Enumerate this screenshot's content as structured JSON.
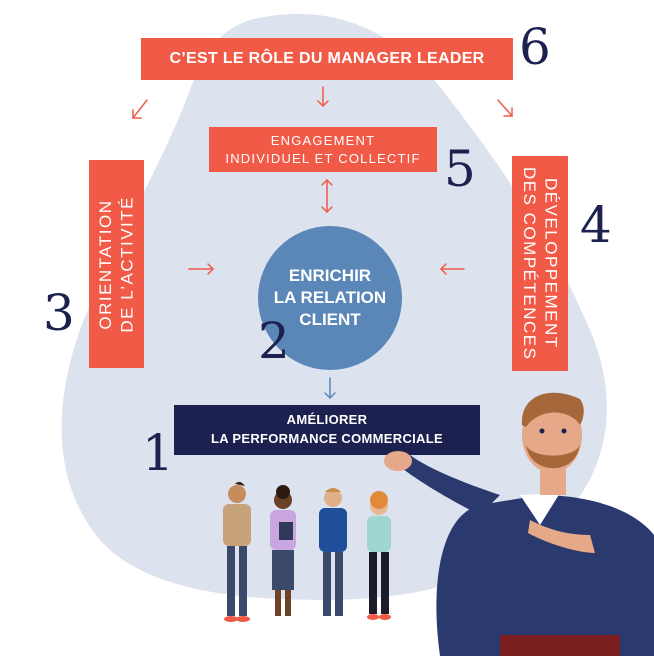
{
  "title_box": "C’EST LE RÔLE DU MANAGER LEADER",
  "engagement": "ENGAGEMENT\nINDIVIDUEL ET COLLECTIF",
  "orientation": "ORIENTATION\nDE L’ACTIVITÉ",
  "developpement": "DÉVELOPPEMENT\nDES COMPÉTENCES",
  "center": "ENRICHIR\nLA RELATION\nCLIENT",
  "bottom": "AMÉLIORER\nLA PERFORMANCE COMMERCIALE",
  "numbers": {
    "n1": "1",
    "n2": "2",
    "n3": "3",
    "n4": "4",
    "n5": "5",
    "n6": "6"
  },
  "colors": {
    "red": "#f25a48",
    "navy": "#1c2150",
    "circle": "#5a87b8",
    "blob": "#dde3ee"
  }
}
